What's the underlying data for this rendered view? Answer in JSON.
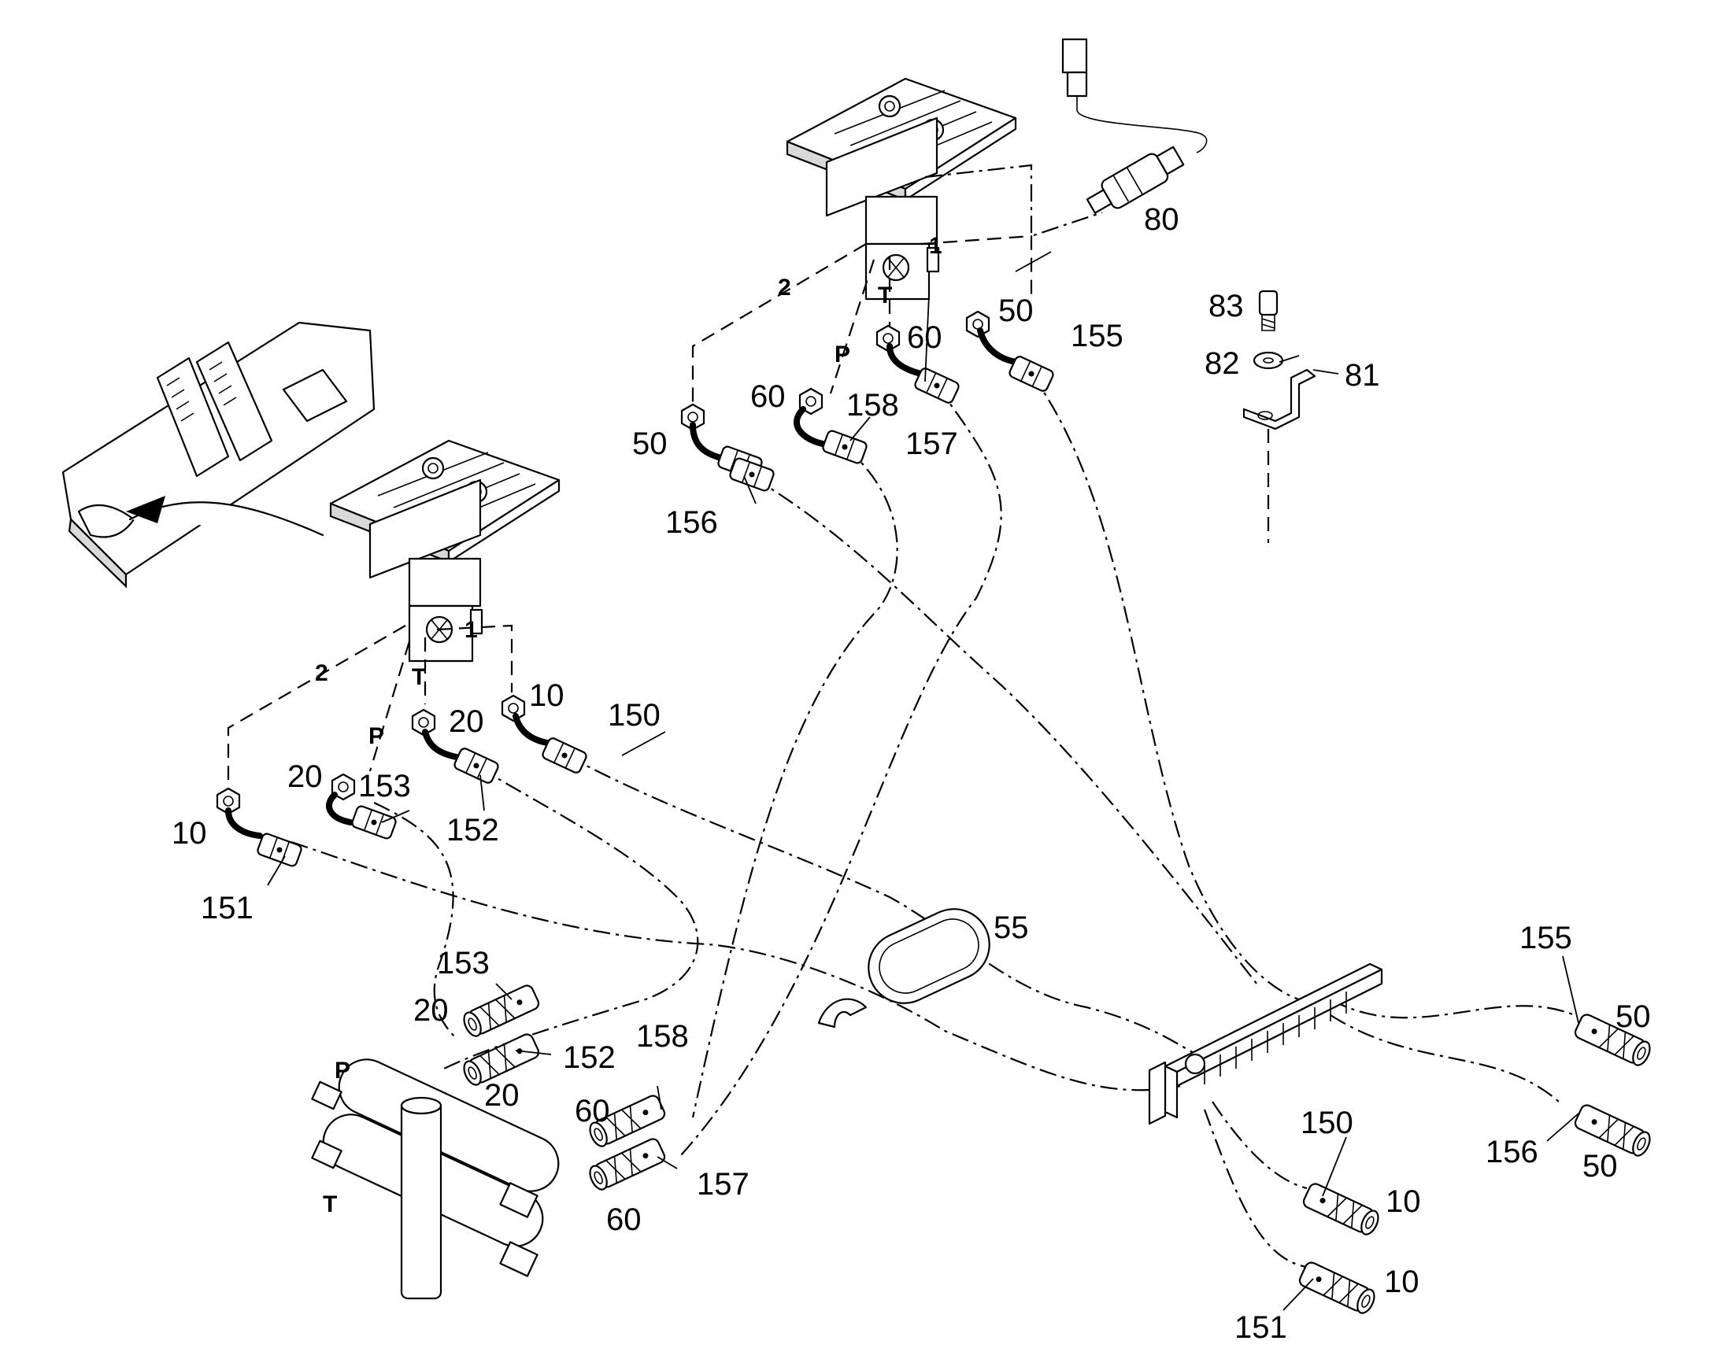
{
  "upper_valve": {
    "port_1": "1",
    "port_2": "2",
    "port_T": "T",
    "port_P": "P",
    "callouts": {
      "sensor": "80",
      "adapter_1": "50",
      "hose_1": "155",
      "adapter_T": "60",
      "hose_T": "157",
      "adapter_P": "60",
      "hose_P": "158",
      "adapter_2": "50",
      "hose_2": "156"
    }
  },
  "lower_valve": {
    "port_1": "1",
    "port_2": "2",
    "port_T": "T",
    "port_P": "P",
    "callouts": {
      "adapter_1": "10",
      "hose_1": "150",
      "adapter_T": "20",
      "hose_T": "152",
      "adapter_P": "20",
      "hose_P": "153",
      "adapter_2": "10",
      "hose_2": "151"
    }
  },
  "bracket_parts": {
    "screw": "83",
    "washer": "82",
    "clip": "81"
  },
  "clamp": "55",
  "manifold": {
    "port_P": "P",
    "port_T": "T",
    "fittings": {
      "f153": "153",
      "f153_adapter": "20",
      "f152": "152",
      "f152_adapter": "20",
      "f158": "158",
      "f158_adapter": "60",
      "f157": "157",
      "f157_adapter": "60"
    }
  },
  "right_ends": {
    "r155": "155",
    "r155_adapter": "50",
    "r156": "156",
    "r156_adapter": "50",
    "r150": "150",
    "r150_adapter": "10",
    "r151": "151",
    "r151_adapter": "10"
  }
}
